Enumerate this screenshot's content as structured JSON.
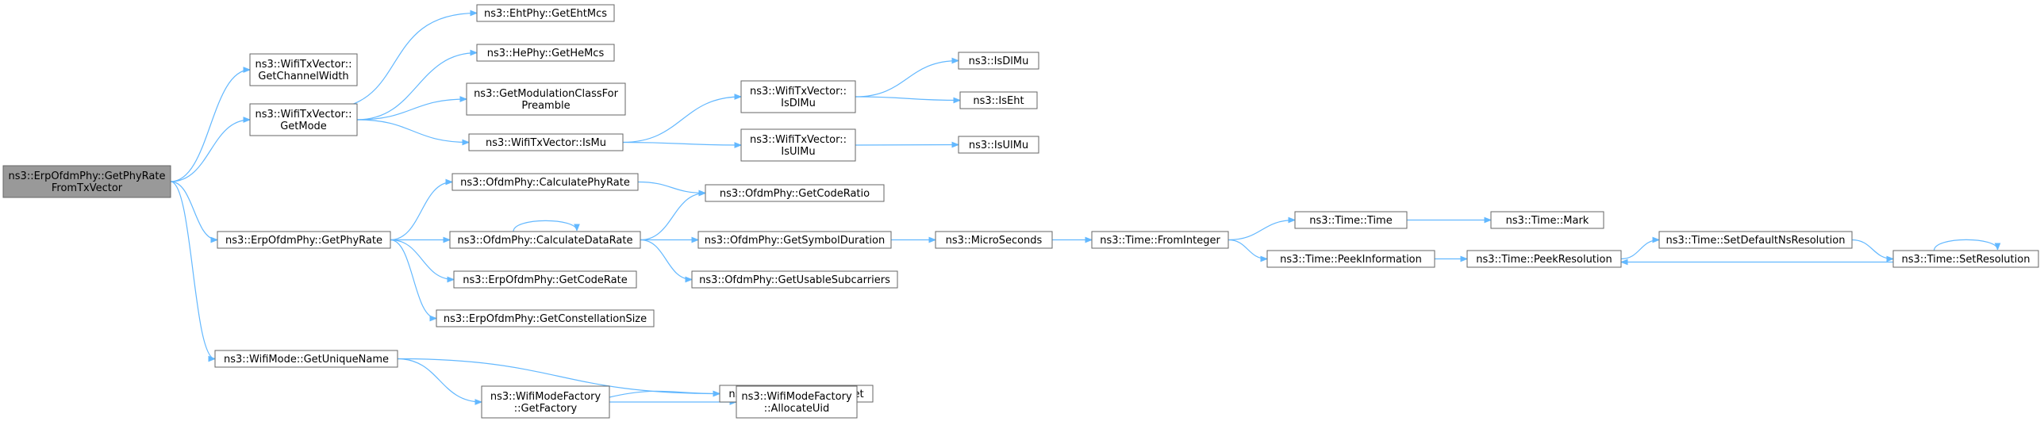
{
  "diagram": {
    "nodes": [
      {
        "id": "root",
        "lines": [
          "ns3::ErpOfdmPhy::GetPhyRate",
          "FromTxVector"
        ]
      },
      {
        "id": "txv_chw",
        "lines": [
          "ns3::WifiTxVector::",
          "GetChannelWidth"
        ]
      },
      {
        "id": "txv_mode",
        "lines": [
          "ns3::WifiTxVector::",
          "GetMode"
        ]
      },
      {
        "id": "erp_rate",
        "lines": [
          "ns3::ErpOfdmPhy::GetPhyRate"
        ]
      },
      {
        "id": "wm_uname",
        "lines": [
          "ns3::WifiMode::GetUniqueName"
        ]
      },
      {
        "id": "eht_mcs",
        "lines": [
          "ns3::EhtPhy::GetEhtMcs"
        ]
      },
      {
        "id": "he_mcs",
        "lines": [
          "ns3::HePhy::GetHeMcs"
        ]
      },
      {
        "id": "mod_class",
        "lines": [
          "ns3::GetModulationClassFor",
          "Preamble"
        ]
      },
      {
        "id": "is_mu",
        "lines": [
          "ns3::WifiTxVector::IsMu"
        ]
      },
      {
        "id": "is_dlmu_v",
        "lines": [
          "ns3::WifiTxVector::",
          "IsDlMu"
        ]
      },
      {
        "id": "is_ulmu_v",
        "lines": [
          "ns3::WifiTxVector::",
          "IsUlMu"
        ]
      },
      {
        "id": "is_dlmu",
        "lines": [
          "ns3::IsDlMu"
        ]
      },
      {
        "id": "is_eht",
        "lines": [
          "ns3::IsEht"
        ]
      },
      {
        "id": "is_ulmu",
        "lines": [
          "ns3::IsUlMu"
        ]
      },
      {
        "id": "ofdm_phyrate",
        "lines": [
          "ns3::OfdmPhy::CalculatePhyRate"
        ]
      },
      {
        "id": "ofdm_datarate",
        "lines": [
          "ns3::OfdmPhy::CalculateDataRate"
        ]
      },
      {
        "id": "erp_coderate",
        "lines": [
          "ns3::ErpOfdmPhy::GetCodeRate"
        ]
      },
      {
        "id": "erp_const",
        "lines": [
          "ns3::ErpOfdmPhy::GetConstellationSize"
        ]
      },
      {
        "id": "ofdm_coderatio",
        "lines": [
          "ns3::OfdmPhy::GetCodeRatio"
        ]
      },
      {
        "id": "ofdm_symdur",
        "lines": [
          "ns3::OfdmPhy::GetSymbolDuration"
        ]
      },
      {
        "id": "ofdm_subc",
        "lines": [
          "ns3::OfdmPhy::GetUsableSubcarriers"
        ]
      },
      {
        "id": "micro",
        "lines": [
          "ns3::MicroSeconds"
        ]
      },
      {
        "id": "fromint",
        "lines": [
          "ns3::Time::FromInteger"
        ]
      },
      {
        "id": "time_time",
        "lines": [
          "ns3::Time::Time"
        ]
      },
      {
        "id": "time_mark",
        "lines": [
          "ns3::Time::Mark"
        ]
      },
      {
        "id": "peekinfo",
        "lines": [
          "ns3::Time::PeekInformation"
        ]
      },
      {
        "id": "peekres",
        "lines": [
          "ns3::Time::PeekResolution"
        ]
      },
      {
        "id": "setdefres",
        "lines": [
          "ns3::Time::SetDefaultNsResolution"
        ]
      },
      {
        "id": "setres",
        "lines": [
          "ns3::Time::SetResolution"
        ]
      },
      {
        "id": "wmf_get",
        "lines": [
          "ns3::WifiModeFactory::Get"
        ]
      },
      {
        "id": "wmf_getfac",
        "lines": [
          "ns3::WifiModeFactory",
          "::GetFactory"
        ]
      },
      {
        "id": "wmf_alloc",
        "lines": [
          "ns3::WifiModeFactory",
          "::AllocateUid"
        ]
      }
    ],
    "edges": [
      [
        "root",
        "txv_chw"
      ],
      [
        "root",
        "txv_mode"
      ],
      [
        "root",
        "erp_rate"
      ],
      [
        "root",
        "wm_uname"
      ],
      [
        "txv_mode",
        "eht_mcs"
      ],
      [
        "txv_mode",
        "he_mcs"
      ],
      [
        "txv_mode",
        "mod_class"
      ],
      [
        "txv_mode",
        "is_mu"
      ],
      [
        "is_mu",
        "is_dlmu_v"
      ],
      [
        "is_mu",
        "is_ulmu_v"
      ],
      [
        "is_dlmu_v",
        "is_dlmu"
      ],
      [
        "is_dlmu_v",
        "is_eht"
      ],
      [
        "is_ulmu_v",
        "is_ulmu"
      ],
      [
        "erp_rate",
        "ofdm_phyrate"
      ],
      [
        "erp_rate",
        "ofdm_datarate"
      ],
      [
        "erp_rate",
        "erp_coderate"
      ],
      [
        "erp_rate",
        "erp_const"
      ],
      [
        "ofdm_phyrate",
        "ofdm_coderatio"
      ],
      [
        "ofdm_datarate",
        "ofdm_datarate"
      ],
      [
        "ofdm_datarate",
        "ofdm_coderatio"
      ],
      [
        "ofdm_datarate",
        "ofdm_symdur"
      ],
      [
        "ofdm_datarate",
        "ofdm_subc"
      ],
      [
        "ofdm_symdur",
        "micro"
      ],
      [
        "micro",
        "fromint"
      ],
      [
        "fromint",
        "time_time"
      ],
      [
        "fromint",
        "peekinfo"
      ],
      [
        "time_time",
        "time_mark"
      ],
      [
        "peekinfo",
        "peekres"
      ],
      [
        "peekres",
        "setdefres"
      ],
      [
        "setdefres",
        "setres"
      ],
      [
        "setres",
        "peekres"
      ],
      [
        "setres",
        "setres"
      ],
      [
        "wm_uname",
        "wmf_get"
      ],
      [
        "wm_uname",
        "wmf_getfac"
      ],
      [
        "wmf_getfac",
        "wmf_get"
      ],
      [
        "wmf_getfac",
        "wmf_alloc"
      ]
    ],
    "colors": {
      "edge": "#63b8ff",
      "root_fill": "#999999",
      "node_stroke": "#666666"
    }
  }
}
